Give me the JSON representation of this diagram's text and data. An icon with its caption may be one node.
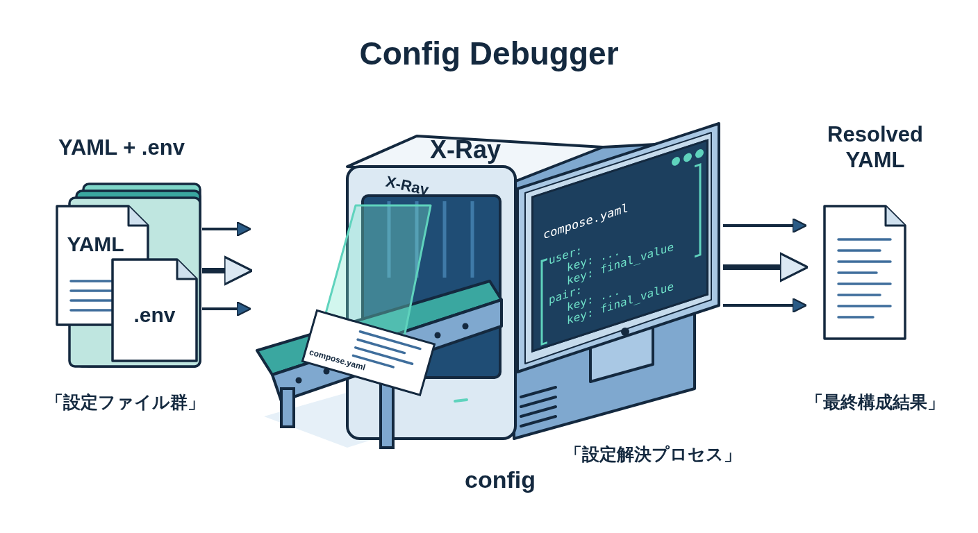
{
  "diagram": {
    "title": "Config Debugger",
    "nodes": [
      {
        "text": [
          "YAML + .env"
        ],
        "beside": [
          "「設定ファイル群」"
        ]
      },
      {
        "text": [
          "YAML"
        ],
        "in": 0
      },
      {
        "text": [
          ".env"
        ],
        "in": 0
      },
      {
        "text": [
          "X-Ray",
          "X-Ray"
        ],
        "beside": [
          "「設定解決プロセス」"
        ]
      },
      {
        "text": [
          "compose.yaml",
          "user:",
          "key: ...",
          "key: final_value",
          "pair:",
          "key: ...",
          "key: final_value"
        ],
        "in": 3
      },
      {
        "text": [
          "compose.yaml"
        ],
        "in": 3
      },
      {
        "text": [
          "Resolved YAML"
        ],
        "beside": [
          "「最終構成結果」"
        ]
      }
    ],
    "edges": [
      {
        "from": 0,
        "to": 3,
        "arrow": "to"
      },
      {
        "from": 0,
        "to": 3,
        "arrow": "to",
        "style": "thick"
      },
      {
        "from": 0,
        "to": 3,
        "arrow": "to"
      },
      {
        "from": 3,
        "to": 6,
        "arrow": "to"
      },
      {
        "from": 3,
        "to": 6,
        "arrow": "to",
        "style": "thick"
      },
      {
        "from": 3,
        "to": 6,
        "arrow": "to"
      }
    ],
    "labels": [
      "config"
    ]
  }
}
